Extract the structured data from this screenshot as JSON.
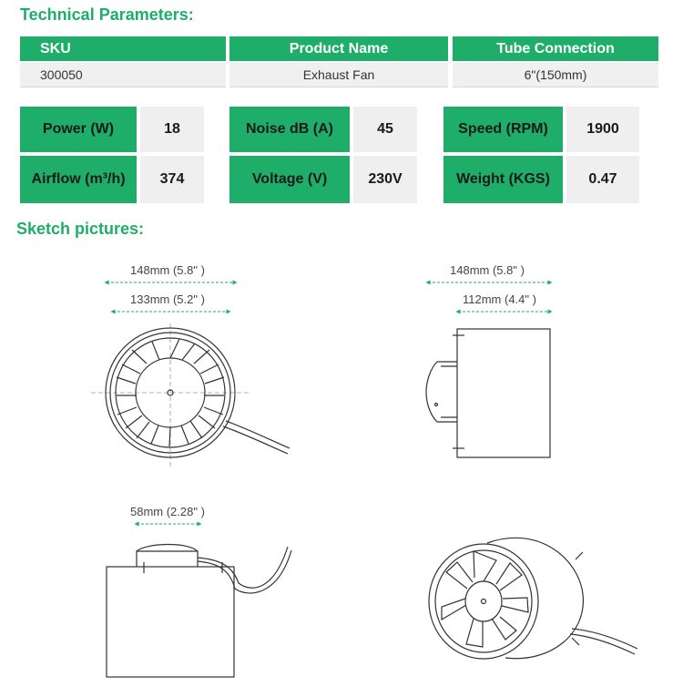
{
  "headings": {
    "technical": "Technical Parameters:",
    "sketch": "Sketch pictures:"
  },
  "table": {
    "headers": [
      "SKU",
      "Product  Name",
      "Tube Connection"
    ],
    "values": [
      "300050",
      "Exhaust Fan",
      "6\"(150mm)"
    ]
  },
  "specs": [
    {
      "label": "Power (W)",
      "value": "18"
    },
    {
      "label": "Noise dB (A)",
      "value": "45"
    },
    {
      "label": "Speed (RPM)",
      "value": "1900"
    },
    {
      "label": "Airflow (m³/h)",
      "value": "374"
    },
    {
      "label": "Voltage (V)",
      "value": "230V"
    },
    {
      "label": "Weight (KGS)",
      "value": "0.47"
    }
  ],
  "dimensions": {
    "front_outer": "148mm (5.8\" )",
    "front_inner": "133mm (5.2\" )",
    "side_outer": "148mm (5.8\" )",
    "side_inner": "112mm (4.4\" )",
    "top_depth": "58mm (2.28\" )"
  },
  "colors": {
    "accent": "#1fae6a",
    "cell_gray": "#f0f0f0"
  }
}
